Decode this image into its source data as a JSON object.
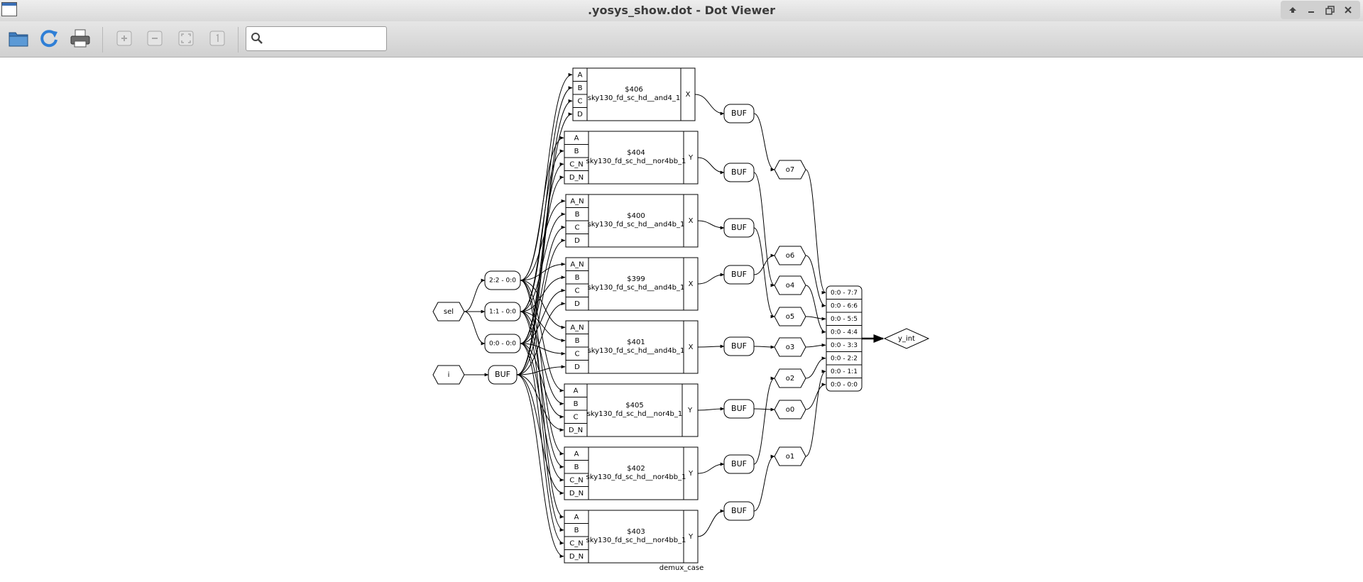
{
  "window": {
    "title": ".yosys_show.dot - Dot Viewer"
  },
  "toolbar": {
    "search_placeholder": "",
    "buttons": [
      "open-icon",
      "reload-icon",
      "print-icon",
      "zoom-in-icon",
      "zoom-out-icon",
      "zoom-fit-icon",
      "zoom-100-icon"
    ]
  },
  "graph": {
    "module": "demux_case",
    "inputs": [
      "sel",
      "i"
    ],
    "slices": [
      "2:2 - 0:0",
      "1:1 - 0:0",
      "0:0 - 0:0"
    ],
    "buf": "BUF",
    "cells": [
      {
        "id": "$406",
        "type": "sky130_fd_sc_hd__and4_1",
        "pins": [
          "A",
          "B",
          "C",
          "D"
        ],
        "out": "X"
      },
      {
        "id": "$404",
        "type": "sky130_fd_sc_hd__nor4bb_1",
        "pins": [
          "A",
          "B",
          "C_N",
          "D_N"
        ],
        "out": "Y"
      },
      {
        "id": "$400",
        "type": "sky130_fd_sc_hd__and4b_1",
        "pins": [
          "A_N",
          "B",
          "C",
          "D"
        ],
        "out": "X"
      },
      {
        "id": "$399",
        "type": "sky130_fd_sc_hd__and4b_1",
        "pins": [
          "A_N",
          "B",
          "C",
          "D"
        ],
        "out": "X"
      },
      {
        "id": "$401",
        "type": "sky130_fd_sc_hd__and4b_1",
        "pins": [
          "A_N",
          "B",
          "C",
          "D"
        ],
        "out": "X"
      },
      {
        "id": "$405",
        "type": "sky130_fd_sc_hd__nor4b_1",
        "pins": [
          "A",
          "B",
          "C",
          "D_N"
        ],
        "out": "Y"
      },
      {
        "id": "$402",
        "type": "sky130_fd_sc_hd__nor4bb_1",
        "pins": [
          "A",
          "B",
          "C_N",
          "D_N"
        ],
        "out": "Y"
      },
      {
        "id": "$403",
        "type": "sky130_fd_sc_hd__nor4bb_1",
        "pins": [
          "A",
          "B",
          "C_N",
          "D_N"
        ],
        "out": "Y"
      }
    ],
    "wires": [
      "o7",
      "o6",
      "o4",
      "o5",
      "o3",
      "o2",
      "o0",
      "o1"
    ],
    "bus": [
      "0:0 - 7:7",
      "0:0 - 6:6",
      "0:0 - 5:5",
      "0:0 - 4:4",
      "0:0 - 3:3",
      "0:0 - 2:2",
      "0:0 - 1:1",
      "0:0 - 0:0"
    ],
    "output": "y_int"
  }
}
